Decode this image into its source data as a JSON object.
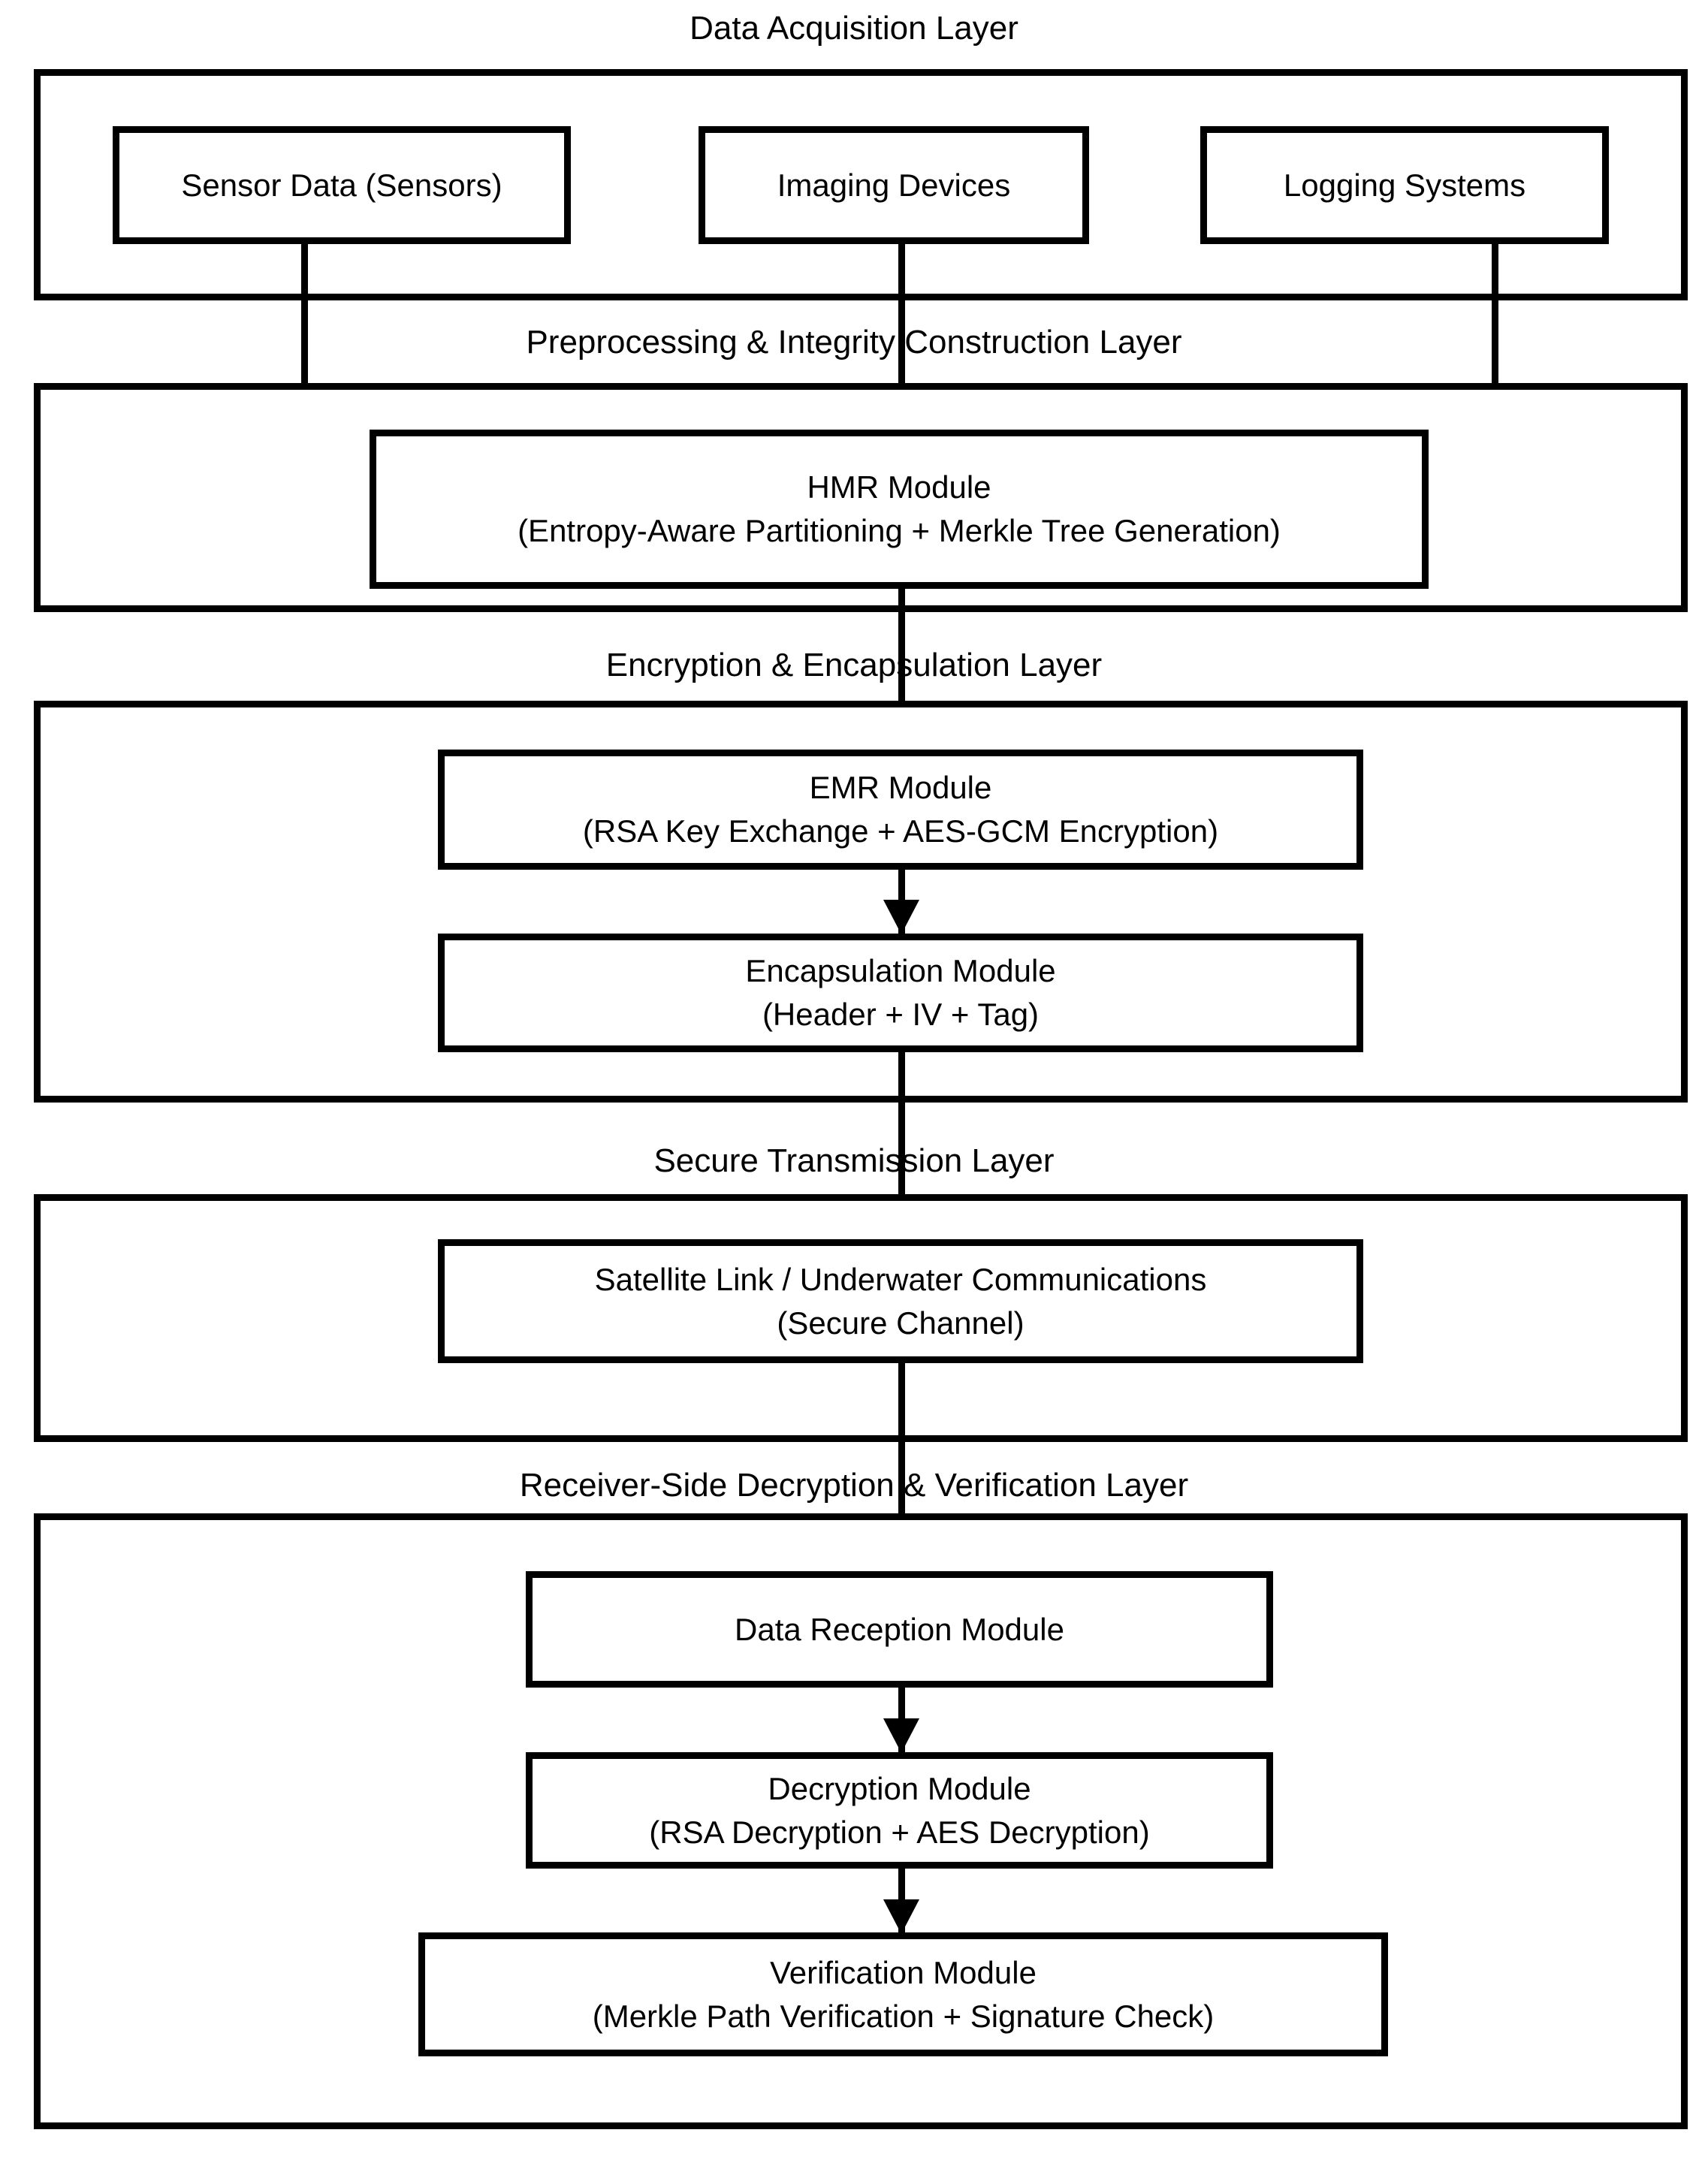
{
  "diagram": {
    "type": "layered-block-flowchart",
    "orientation": "top-to-bottom",
    "background_color": "#ffffff",
    "line_color": "#000000",
    "text_color": "#000000"
  },
  "layers": [
    {
      "id": "data-acquisition",
      "caption": "Data Acquisition Layer",
      "nodes": [
        {
          "id": "sensor-data",
          "line1": "Sensor Data (Sensors)",
          "line2": ""
        },
        {
          "id": "imaging-devices",
          "line1": "Imaging Devices",
          "line2": ""
        },
        {
          "id": "logging-systems",
          "line1": "Logging Systems",
          "line2": ""
        }
      ]
    },
    {
      "id": "preprocessing-integrity",
      "caption": "Preprocessing & Integrity Construction Layer",
      "nodes": [
        {
          "id": "hmr-module",
          "line1": "HMR Module",
          "line2": "(Entropy-Aware Partitioning + Merkle Tree Generation)"
        }
      ]
    },
    {
      "id": "encryption-encapsulation",
      "caption": "Encryption & Encapsulation Layer",
      "nodes": [
        {
          "id": "emr-module",
          "line1": "EMR Module",
          "line2": "(RSA Key Exchange + AES-GCM Encryption)"
        },
        {
          "id": "encapsulation-module",
          "line1": "Encapsulation Module",
          "line2": "(Header + IV + Tag)"
        }
      ]
    },
    {
      "id": "secure-transmission",
      "caption": "Secure Transmission Layer",
      "nodes": [
        {
          "id": "satellite-link",
          "line1": "Satellite Link / Underwater Communications",
          "line2": "(Secure Channel)"
        }
      ]
    },
    {
      "id": "receiver-side-decryption",
      "caption": "Receiver-Side Decryption & Verification Layer",
      "nodes": [
        {
          "id": "data-reception-module",
          "line1": "Data Reception Module",
          "line2": ""
        },
        {
          "id": "decryption-module",
          "line1": "Decryption Module",
          "line2": "(RSA Decryption + AES Decryption)"
        },
        {
          "id": "verification-module",
          "line1": "Verification Module",
          "line2": "(Merkle Path Verification + Signature Check)"
        }
      ]
    }
  ],
  "edges": [
    {
      "from": "sensor-data",
      "to": "hmr-module",
      "arrow": "right"
    },
    {
      "from": "imaging-devices",
      "to": "hmr-module",
      "arrow": "down"
    },
    {
      "from": "logging-systems",
      "to": "hmr-module",
      "arrow": "left"
    },
    {
      "from": "hmr-module",
      "to": "emr-module",
      "arrow": "down"
    },
    {
      "from": "emr-module",
      "to": "encapsulation-module",
      "arrow": "down"
    },
    {
      "from": "encapsulation-module",
      "to": "satellite-link",
      "arrow": "down"
    },
    {
      "from": "satellite-link",
      "to": "data-reception-module",
      "arrow": "down"
    },
    {
      "from": "data-reception-module",
      "to": "decryption-module",
      "arrow": "down"
    },
    {
      "from": "decryption-module",
      "to": "verification-module",
      "arrow": "down"
    }
  ]
}
